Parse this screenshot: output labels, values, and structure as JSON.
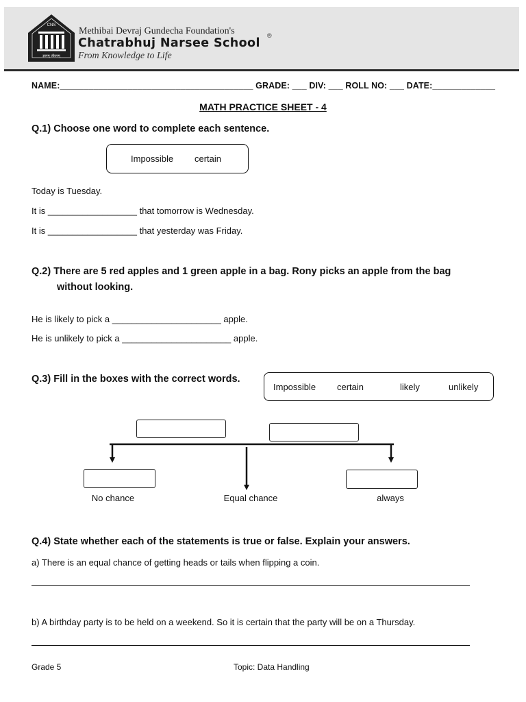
{
  "header": {
    "logo_text": "CNS",
    "logo_motto": "ज्ञानम् जीवनम्",
    "foundation": "Methibai Devraj Gundecha Foundation's",
    "school_name": "Chatrabhuj Narsee School",
    "registered_mark": "®",
    "tagline": "From Knowledge to Life"
  },
  "info_line": "NAME:________________________________________ GRADE: ___ DIV: ___ ROLL NO: ___ DATE:_____________",
  "title": "MATH PRACTICE SHEET - 4",
  "q1": {
    "question": "Q.1) Choose one word to complete each sentence.",
    "word_box": [
      "Impossible",
      "certain"
    ],
    "lines": [
      "Today is Tuesday.",
      "It is __________________ that tomorrow is Wednesday.",
      "It is __________________ that yesterday was Friday."
    ]
  },
  "q2": {
    "question_line1": "Q.2) There are 5 red apples and 1 green apple in a bag. Rony picks an apple from the bag",
    "question_line2": "without looking.",
    "lines": [
      "He is likely to pick a ______________________ apple.",
      "He is unlikely to pick a ______________________ apple."
    ]
  },
  "q3": {
    "question": "Q.3) Fill in the boxes with the correct words.",
    "word_box": [
      "Impossible",
      "certain",
      "likely",
      "unlikely"
    ],
    "labels": {
      "left": "No chance",
      "middle": "Equal chance",
      "right": "always"
    }
  },
  "q4": {
    "question": "Q.4) State whether each of the statements is true or false. Explain your answers.",
    "statements": [
      "a) There is an equal chance of getting heads or tails when flipping a coin.",
      "b) A birthday party is to be held on a weekend. So it is certain that the party will be on a Thursday."
    ]
  },
  "footer": {
    "grade": "Grade 5",
    "topic": "Topic: Data Handling"
  }
}
